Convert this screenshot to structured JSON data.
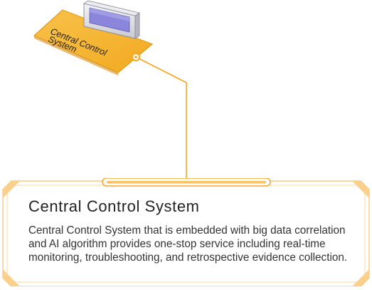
{
  "node": {
    "label_line1": "Central Control",
    "label_line2": "System",
    "icon": "monitor-icon"
  },
  "card": {
    "title": "Central Control System",
    "description": "Central Control System that is embedded with big data correlation and AI algorithm provides one-stop service including real-time monitoring, troubleshooting, and retrospective evidence collection."
  },
  "colors": {
    "accent": "#f5a623",
    "node_fill": "#f6b93a",
    "node_stroke": "#e39b1b",
    "card_border": "#f8c16a",
    "card_bg": "#ffffff",
    "monitor_screen": "#8b86dc"
  }
}
